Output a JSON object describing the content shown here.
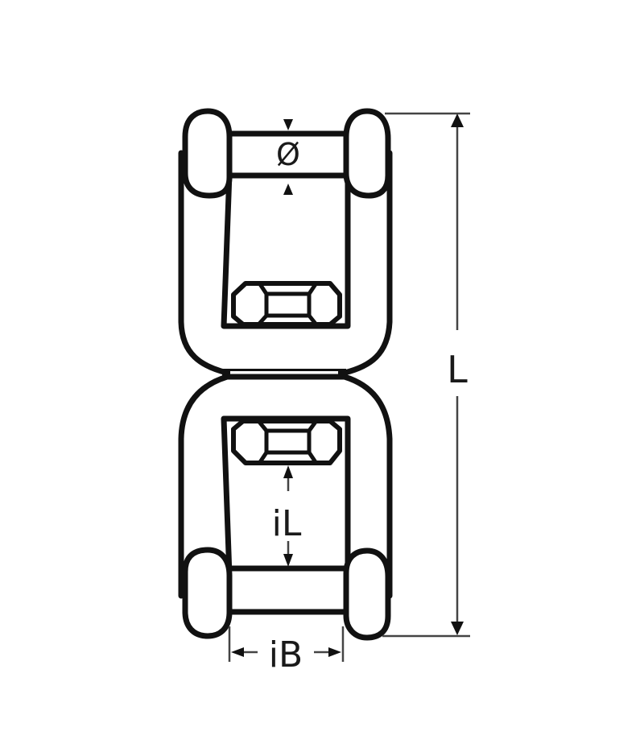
{
  "diagram": {
    "subject": "swivel with two jaws (double jaw swivel)",
    "labels": {
      "diameter": "Ø",
      "length": "L",
      "inner_length": "iL",
      "inner_width": "iB"
    },
    "colors": {
      "line": "#111111",
      "dimension_line": "#444444",
      "background": "#ffffff"
    }
  }
}
